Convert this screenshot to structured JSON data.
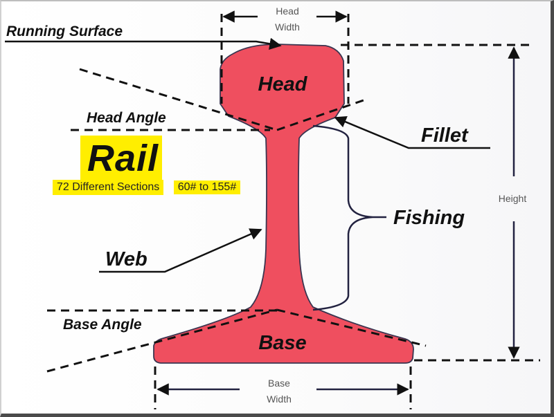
{
  "diagram": {
    "title": "Rail",
    "subtitle_line1": "72 Different Sections",
    "subtitle_line2": "60# to 155#",
    "highlight_color": "#ffee00",
    "rail_color": "#ef4f5f",
    "labels": {
      "running_surface": "Running Surface",
      "head": "Head",
      "head_angle": "Head Angle",
      "fillet": "Fillet",
      "fishing": "Fishing",
      "web": "Web",
      "base_angle": "Base Angle",
      "base": "Base"
    },
    "dimensions": {
      "head_width_line1": "Head",
      "head_width_line2": "Width",
      "height": "Height",
      "base_width_line1": "Base",
      "base_width_line2": "Width"
    }
  }
}
